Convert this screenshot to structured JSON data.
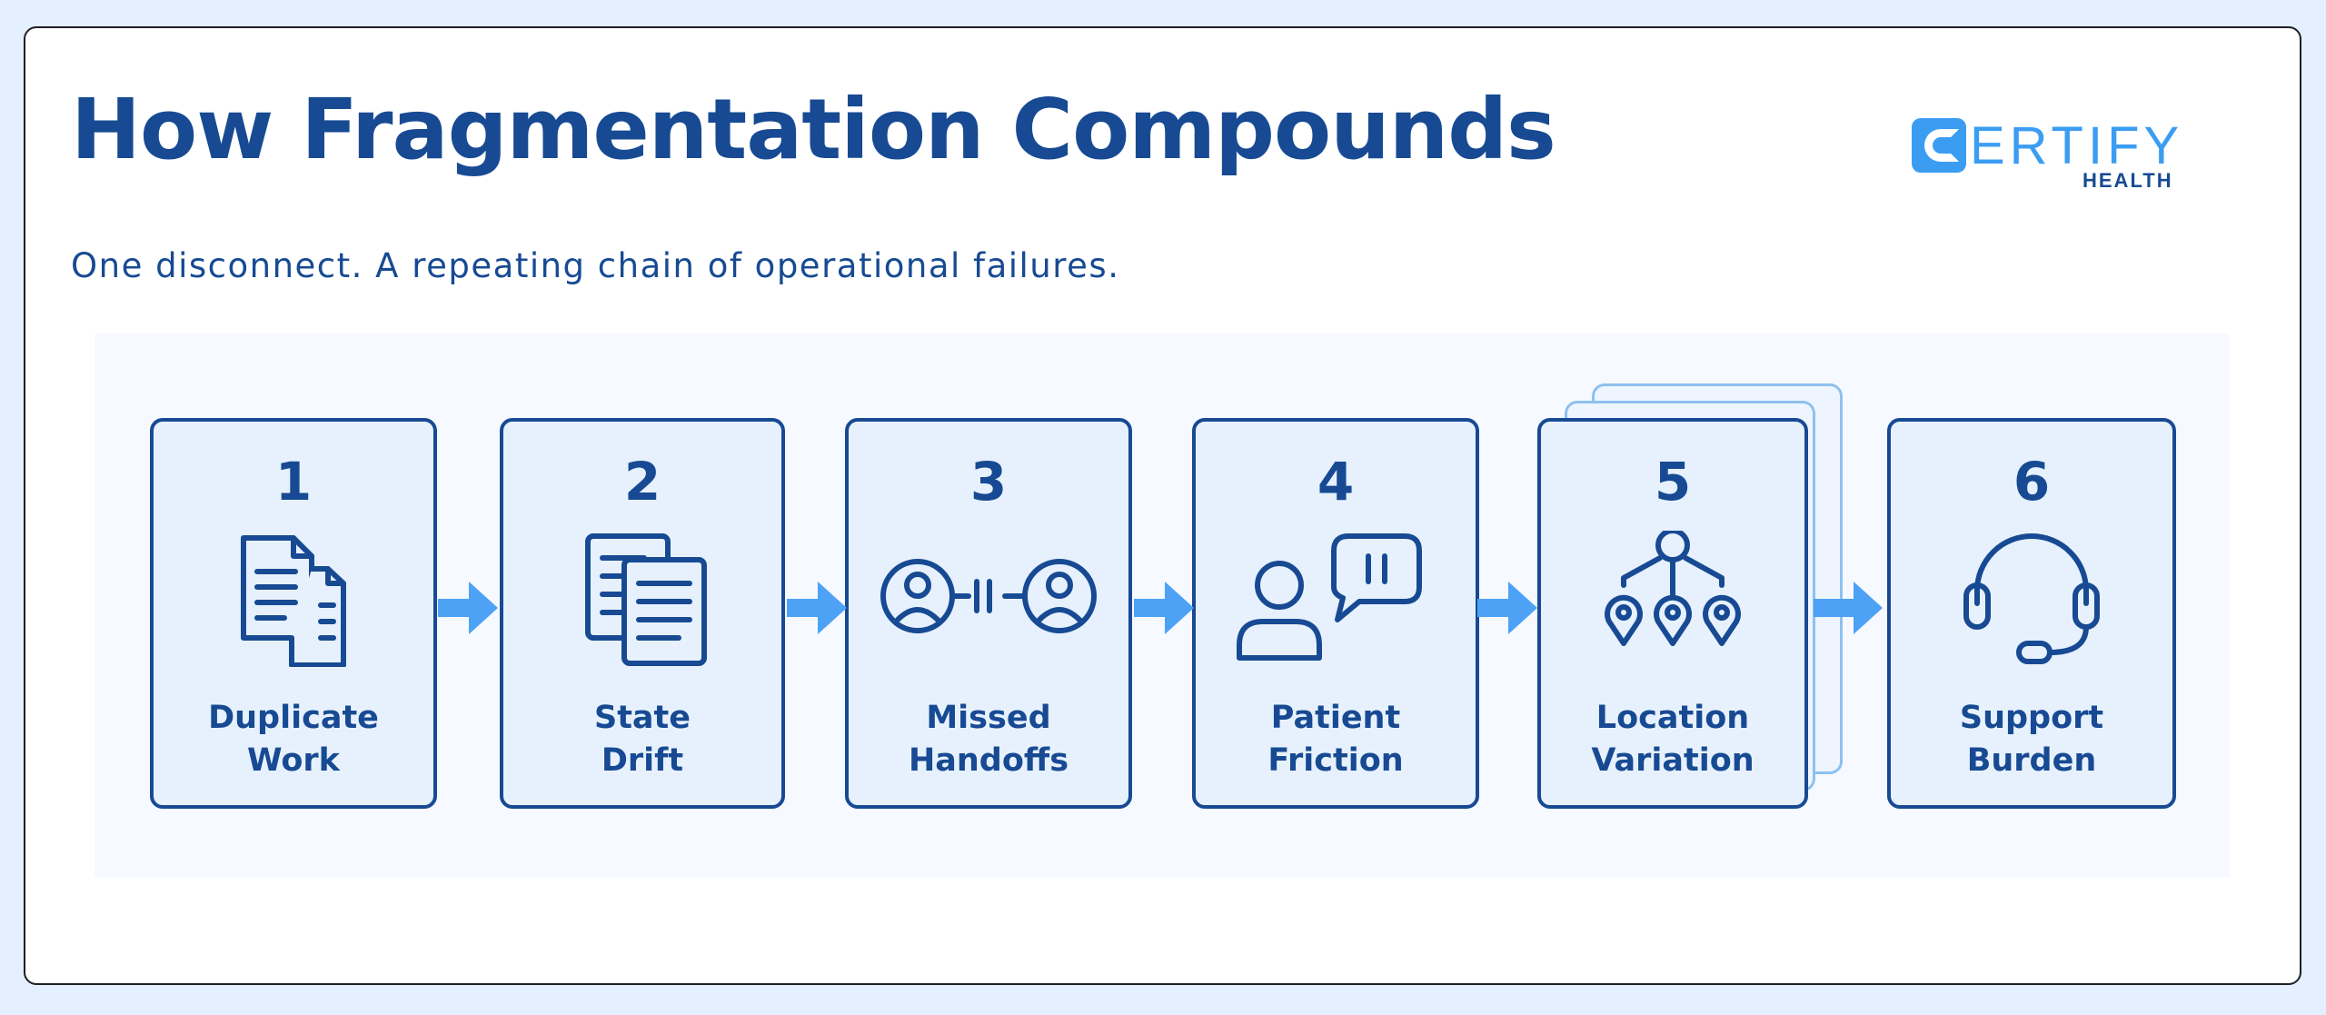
{
  "title": "How Fragmentation Compounds",
  "subtitle": "One disconnect. A repeating chain of operational failures.",
  "logo": {
    "word": "ERTIFY",
    "sub": "HEALTH"
  },
  "colors": {
    "primary": "#174a93",
    "accent": "#3b9df2",
    "tile_fill": "#e7f1fd",
    "background": "#e4efff"
  },
  "steps": [
    {
      "number": "1",
      "line1": "Duplicate",
      "line2": "Work",
      "icon": "duplicate-documents-icon"
    },
    {
      "number": "2",
      "line1": "State",
      "line2": "Drift",
      "icon": "overlapping-documents-icon"
    },
    {
      "number": "3",
      "line1": "Missed",
      "line2": "Handoffs",
      "icon": "broken-handoff-icon"
    },
    {
      "number": "4",
      "line1": "Patient",
      "line2": "Friction",
      "icon": "person-waiting-icon"
    },
    {
      "number": "5",
      "line1": "Location",
      "line2": "Variation",
      "icon": "location-network-icon"
    },
    {
      "number": "6",
      "line1": "Support",
      "line2": "Burden",
      "icon": "headset-icon"
    }
  ]
}
